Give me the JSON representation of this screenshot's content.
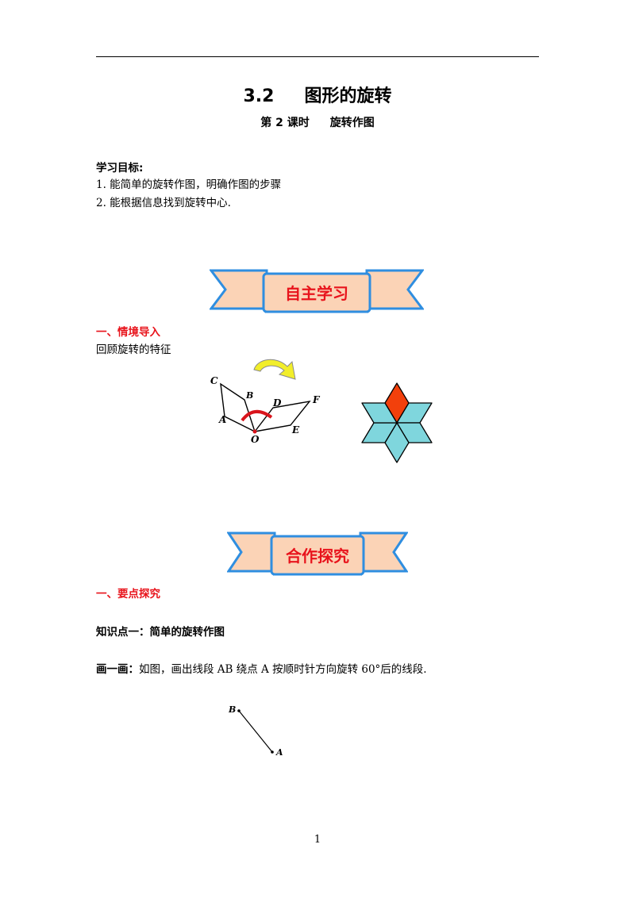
{
  "header": {
    "section_number": "3.2",
    "title": "图形的旋转",
    "lesson": "第 2 课时",
    "lesson_topic": "旋转作图"
  },
  "objectives": {
    "heading": "学习目标:",
    "items": [
      "1.  能简单的旋转作图，明确作图的步骤",
      "2.  能根据信息找到旋转中心."
    ]
  },
  "banners": {
    "self_study": "自主学习",
    "cooperation": "合作探究"
  },
  "section1": {
    "heading": "一、情境导入",
    "intro": "回顾旋转的特征"
  },
  "figure1_labels": {
    "C": "C",
    "B": "B",
    "D": "D",
    "F": "F",
    "A": "A",
    "O": "O",
    "E": "E"
  },
  "section2": {
    "heading": "一、要点探究",
    "knowledge_point": "知识点一：简单的旋转作图",
    "task_label": "画一画：",
    "task_text": "如图，画出线段 AB 绕点 A 按顺时针方向旋转  60°后的线段."
  },
  "figure2_labels": {
    "B": "B",
    "A": "A"
  },
  "colors": {
    "banner_fill": "#fbd3b6",
    "banner_border": "#2f8ee0",
    "banner_text": "#e8141c",
    "heading_red": "#e8141c",
    "rhombus_teal": "#7fd6dd",
    "rhombus_red": "#f2400c",
    "arrow_yellow": "#f2ee2a",
    "arc_red": "#d9141c"
  },
  "footer": {
    "page_number": "1"
  }
}
